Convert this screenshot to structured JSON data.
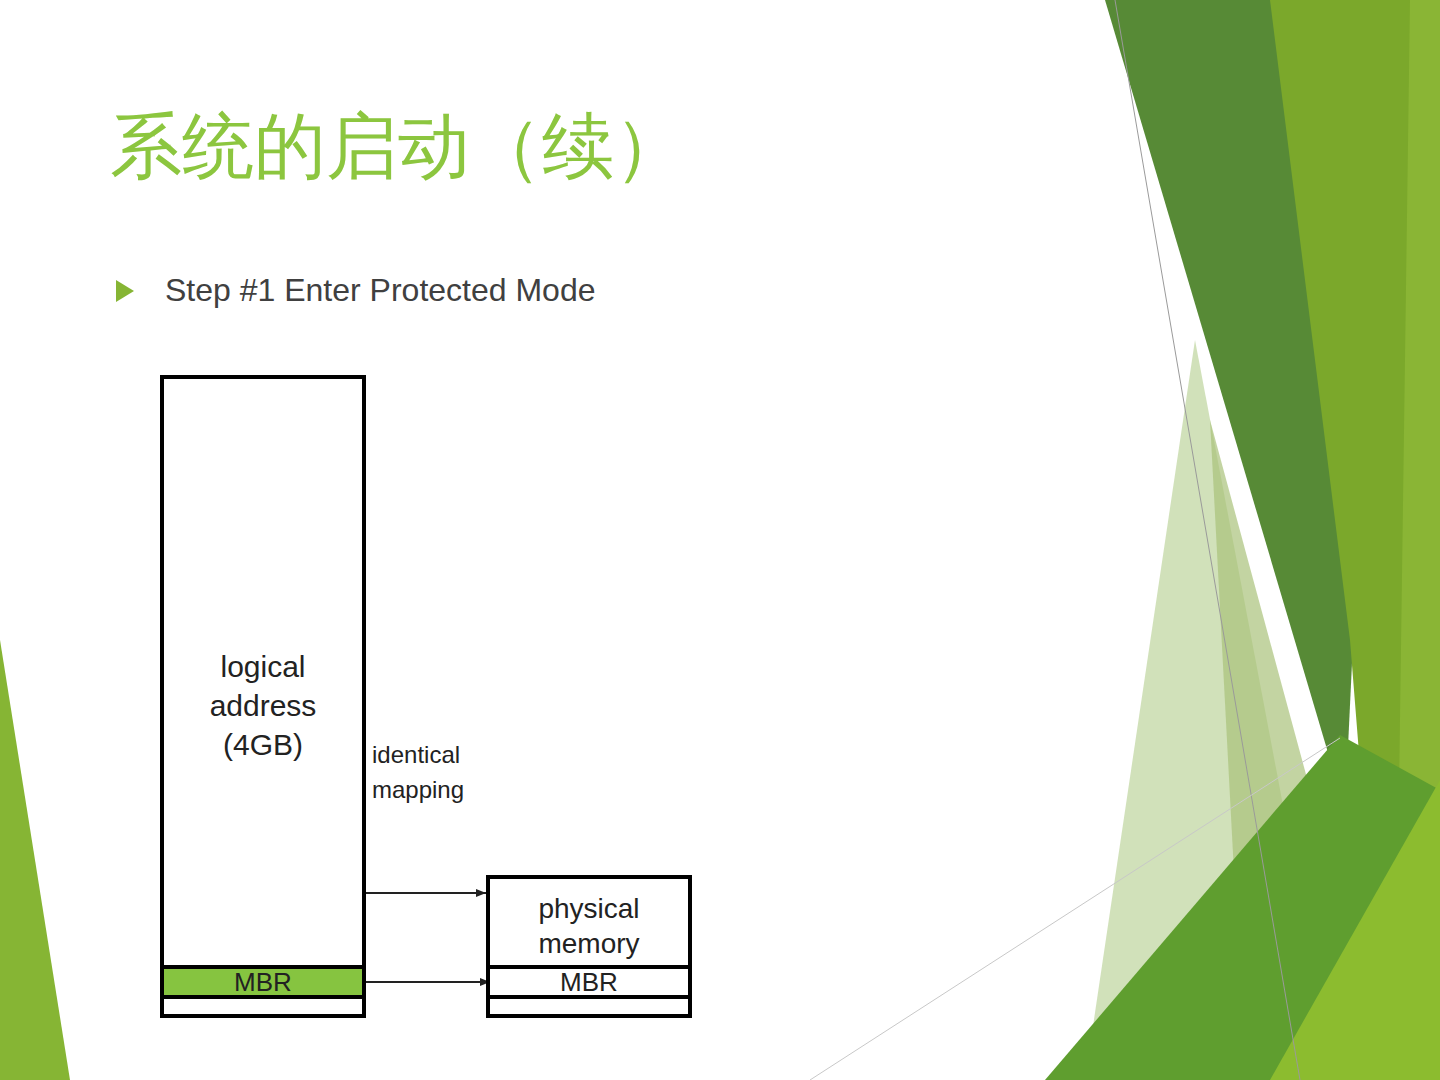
{
  "diagram": {
    "title": "系统的启动（续）",
    "nodes": [
      {
        "text": [
          "logical address (4GB)"
        ]
      },
      {
        "text": [
          "MBR"
        ],
        "in": 0
      },
      {
        "text": [
          "physical memory"
        ]
      },
      {
        "text": [
          "MBR"
        ],
        "in": 2
      }
    ],
    "edges": [
      {
        "from": 0,
        "to": 2,
        "arrow": "to",
        "label": "identical mapping"
      },
      {
        "from": 1,
        "to": 3,
        "arrow": "to"
      }
    ],
    "labels": [
      "Step #1 Enter Protected Mode"
    ]
  }
}
